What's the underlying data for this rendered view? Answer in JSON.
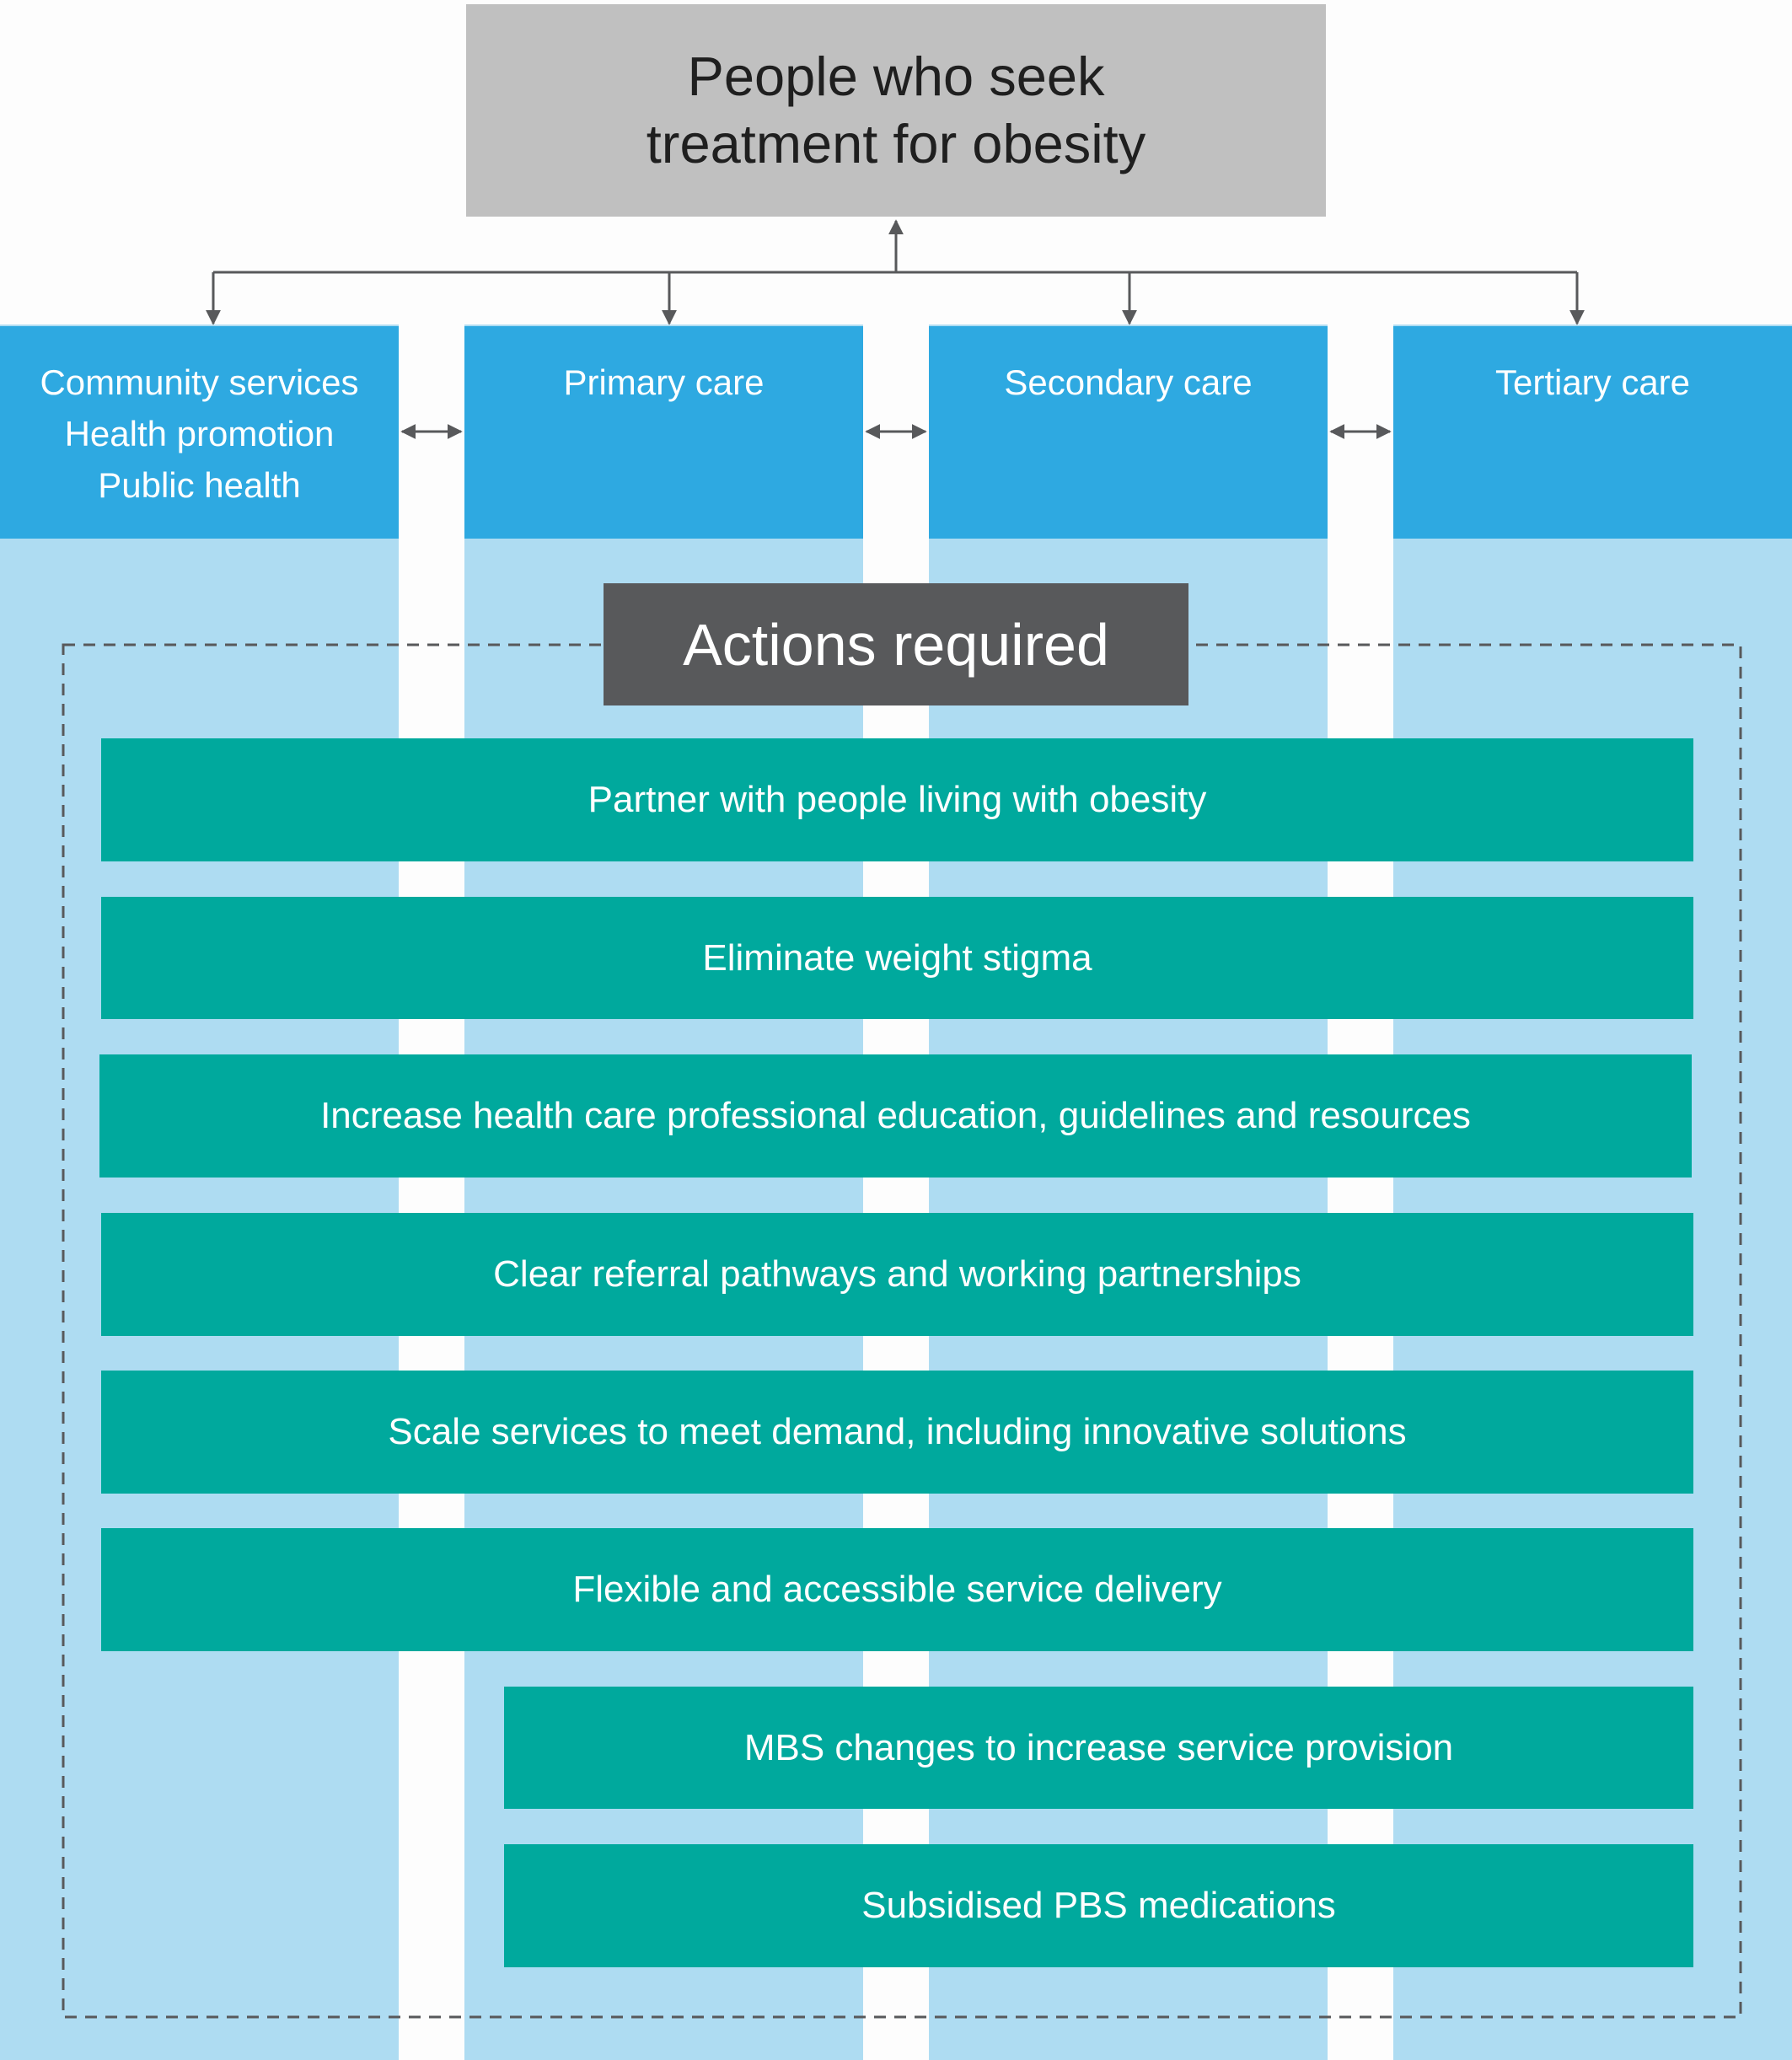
{
  "top_box": {
    "line1": "People who seek",
    "line2": "treatment for obesity"
  },
  "columns": [
    {
      "id": "community",
      "lines": [
        "Community services",
        "Health promotion",
        "Public health"
      ]
    },
    {
      "id": "primary",
      "lines": [
        "Primary care"
      ]
    },
    {
      "id": "secondary",
      "lines": [
        "Secondary care"
      ]
    },
    {
      "id": "tertiary",
      "lines": [
        "Tertiary care"
      ]
    }
  ],
  "actions_title": "Actions required",
  "actions": [
    "Partner with people living with obesity",
    "Eliminate weight stigma",
    "Increase health care professional education, guidelines and resources",
    "Clear referral pathways and working partnerships",
    "Scale services to meet demand, including innovative solutions",
    "Flexible and accessible service delivery",
    "MBS changes to increase service provision",
    "Subsidised PBS medications"
  ],
  "colors": {
    "column_light": "#aedcf2",
    "column_header": "#2ea9e1",
    "top_box": "#c0c0c0",
    "actions_title": "#58595b",
    "action_bar": "#00a99d",
    "connector": "#58595b"
  }
}
